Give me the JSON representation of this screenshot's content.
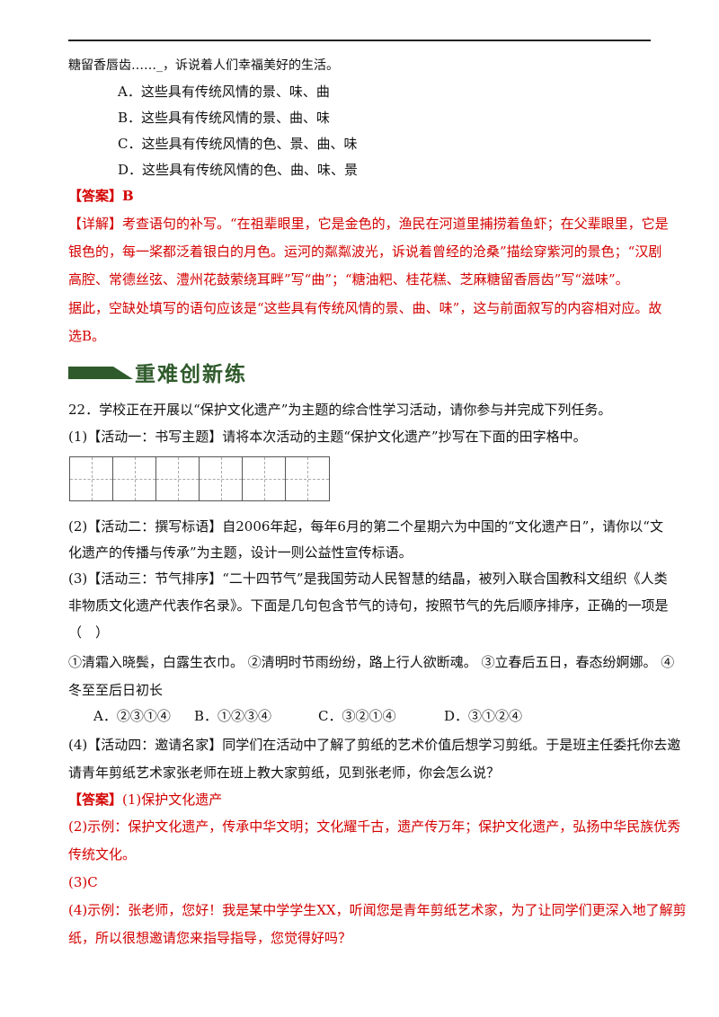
{
  "prev_question": {
    "tail": "糖留香唇齿……_，诉说着人们幸福美好的生活。",
    "options": [
      "A．这些具有传统风情的景、味、曲",
      "B．这些具有传统风情的景、曲、味",
      "C．这些具有传统风情的色、景、曲、味",
      "D．这些具有传统风情的色、曲、味、景"
    ],
    "answer_label": "【答案】",
    "answer": "B",
    "detail_lines": [
      "【详解】考查语句的补写。“在祖辈眼里，它是金色的，渔民在河道里捕捞着鱼虾；在父辈眼里，它是",
      "银色的，每一桨都泛着银白的月色。运河的粼粼波光，诉说着曾经的沧桑”描绘穿紫河的景色；“汉剧",
      "高腔、常德丝弦、澧州花鼓萦绕耳畔”写“曲”；“糖油粑、桂花糕、芝麻糖留香唇齿”写“滋味”。",
      "据此，空缺处填写的语句应该是“这些具有传统风情的景、曲、味”，这与前面叙写的内容相对应。故",
      "选B。"
    ]
  },
  "section": {
    "title": "重难创新练"
  },
  "question22": {
    "stem": "22．学校正在开展以“保护文化遗产”为主题的综合性学习活动，请你参与并完成下列任务。",
    "task1": "(1)【活动一：书写主题】请将本次活动的主题“保护文化遗产”抄写在下面的田字格中。",
    "grid_cells": 6,
    "task2_lines": [
      "(2)【活动二：撰写标语】自2006年起，每年6月的第二个星期六为中国的“文化遗产日”，请你以“文",
      "化遗产的传播与传承”为主题，设计一则公益性宣传标语。"
    ],
    "task3_lines": [
      "(3)【活动三：节气排序】“二十四节气”是我国劳动人民智慧的结晶，被列入联合国教科文组织《人类",
      "非物质文化遗产代表作名录》。下面是几句包含节气的诗句，按照节气的先后顺序排序，正确的一项是",
      "（　）",
      "①清霜入晓鬓，白露生衣巾。  ②清明时节雨纷纷，路上行人欲断魂。  ③立春后五日，春态纷婀娜。  ④",
      "冬至至后日初长"
    ],
    "choices": [
      "A．②③①④",
      "B．①②③④",
      "C．③②①④",
      "D．③①②④"
    ],
    "task4_lines": [
      "(4)【活动四：邀请名家】同学们在活动中了解了剪纸的艺术价值后想学习剪纸。于是班主任委托你去邀",
      "请青年剪纸艺术家张老师在班上教大家剪纸，见到张老师，你会怎么说？"
    ],
    "answer_label": "【答案】",
    "answer_lines": [
      "(1)保护文化遗产",
      "(2)示例：保护文化遗产，传承中华文明；文化耀千古，遗产传万年；保护文化遗产，弘扬中华民族优秀",
      "传统文化。",
      "(3)C",
      "(4)示例：张老师，您好！我是某中学学生XX，听闻您是青年剪纸艺术家，为了让同学们更深入地了解剪",
      "纸，所以很想邀请您来指导指导，您觉得好吗？"
    ]
  }
}
